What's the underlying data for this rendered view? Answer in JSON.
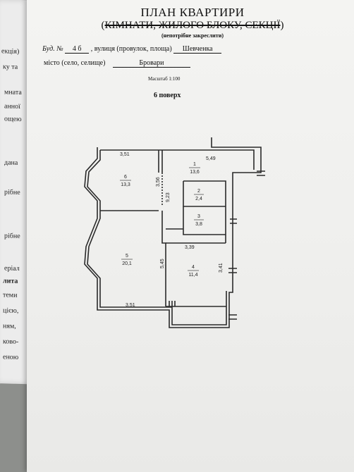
{
  "under_page": {
    "lines": [
      "екція)",
      "ку та",
      "мната",
      "анної",
      "ощею",
      "дана",
      "рібне",
      "рібне",
      "еріал",
      "лита",
      "теми",
      "цією,",
      "ням,",
      "ково-",
      "еною"
    ]
  },
  "header": {
    "title": "ПЛАН КВАРТИРИ",
    "subtitle_open": "(",
    "subtitle_struck": "КІМНАТИ, ЖИЛОГО БЛОКУ, СЕКЦІЇ",
    "subtitle_close": ")",
    "note": "(непотрібне закреслити)"
  },
  "address": {
    "building_label": "Буд. №",
    "building_number": "4 б",
    "street_label": ", вулиця (провулок, площа)",
    "street": "Шевченка",
    "city_label": "місто (село, селище)",
    "city": "Бровари",
    "scale_label": "Масштаб",
    "scale": "1:100",
    "floor": "6 поверх"
  },
  "plan": {
    "dimensions": {
      "room6_width": "3,51",
      "room1_width": "5,49",
      "room6_depth": "3,56",
      "corridor_length": "9,23",
      "room5_depth": "5,45",
      "room4_width": "3,39",
      "room4_depth": "3,41",
      "room5_width": "3,51"
    },
    "rooms": [
      {
        "number": "6",
        "area": "13,3"
      },
      {
        "number": "1",
        "area": "13,6"
      },
      {
        "number": "2",
        "area": "2,4"
      },
      {
        "number": "3",
        "area": "3,8"
      },
      {
        "number": "5",
        "area": "20,1"
      },
      {
        "number": "4",
        "area": "11,4"
      }
    ]
  }
}
